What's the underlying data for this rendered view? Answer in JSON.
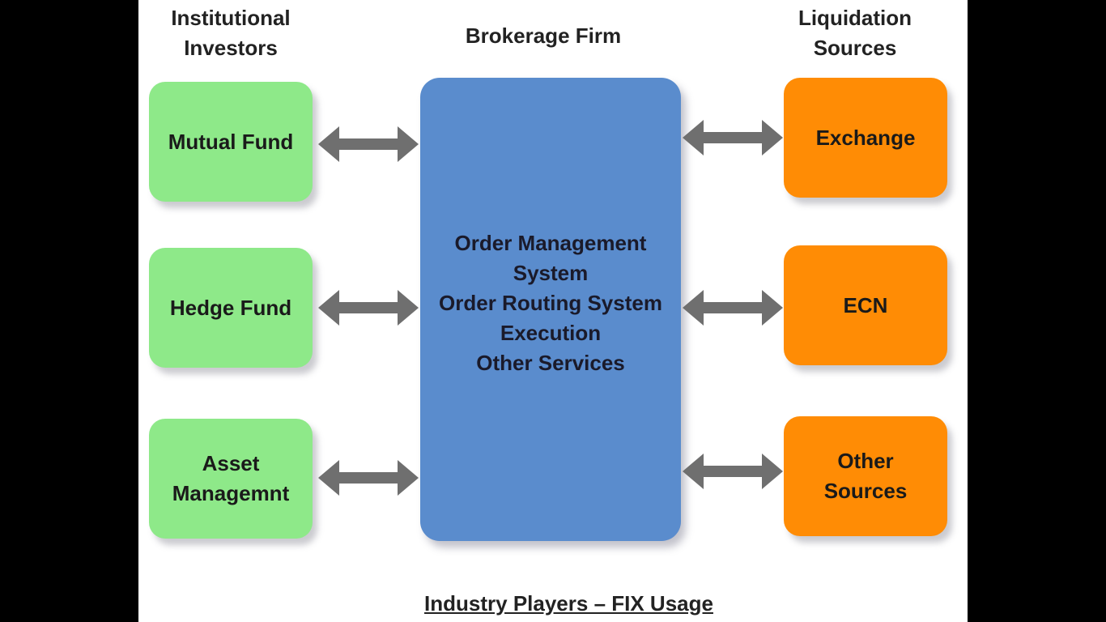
{
  "headings": {
    "left": [
      "Institutional",
      "Investors"
    ],
    "center": "Brokerage Firm",
    "right": [
      "Liquidation",
      "Sources"
    ]
  },
  "investors": [
    [
      "Mutual Fund"
    ],
    [
      "Hedge Fund"
    ],
    [
      "Asset",
      "Managemnt"
    ]
  ],
  "brokerage": {
    "lines": [
      "Order Management",
      "System",
      "Order Routing System",
      "Execution",
      "Other Services"
    ]
  },
  "sources": [
    [
      "Exchange"
    ],
    [
      "ECN"
    ],
    [
      "Other",
      "Sources"
    ]
  ],
  "footer": "Industry Players – FIX Usage",
  "colors": {
    "investor_box": "#8ee989",
    "brokerage_box": "#5a8ccd",
    "source_box": "#ff8c05",
    "arrow": "#6f6f6f"
  }
}
